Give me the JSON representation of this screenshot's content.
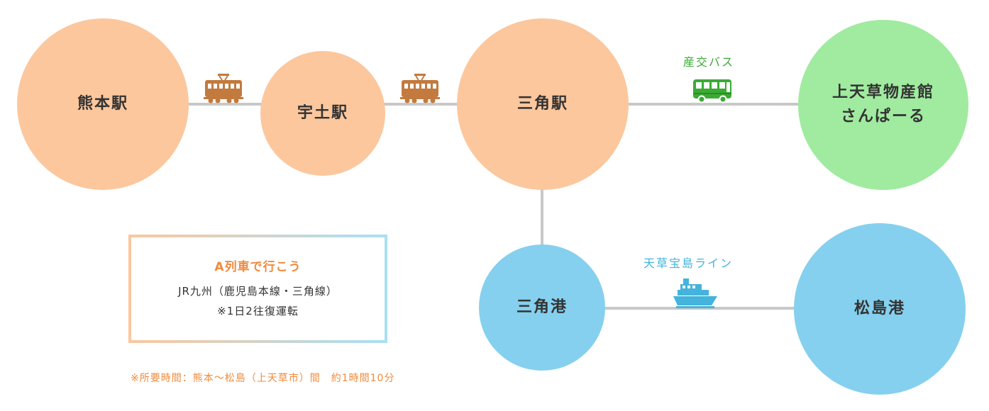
{
  "nodes": {
    "kumamoto_station": "熊本駅",
    "uto_station": "宇土駅",
    "misumi_station": "三角駅",
    "sanpaal_line1": "上天草物産館",
    "sanpaal_line2": "さんぱーる",
    "misumi_port": "三角港",
    "matsushima_port": "松島港"
  },
  "routes": {
    "bus_label": "産交バス",
    "ferry_label": "天草宝島ライン"
  },
  "info": {
    "title": "A列車で行こう",
    "line": "JR九州（鹿児島本線・三角線）",
    "note": "※1日2往復運転"
  },
  "footnote": "※所要時間：熊本〜松島（上天草市）間　約1時間10分",
  "colors": {
    "station": "#fcc79d",
    "bus_stop": "#a0eb9f",
    "port": "#85d0ee",
    "train_icon": "#c27a3e",
    "bus_icon": "#3aaa35",
    "ferry_icon": "#45b3dc",
    "accent": "#f08a3c"
  },
  "icons": [
    "train-icon",
    "train-icon",
    "bus-icon",
    "ferry-icon"
  ]
}
